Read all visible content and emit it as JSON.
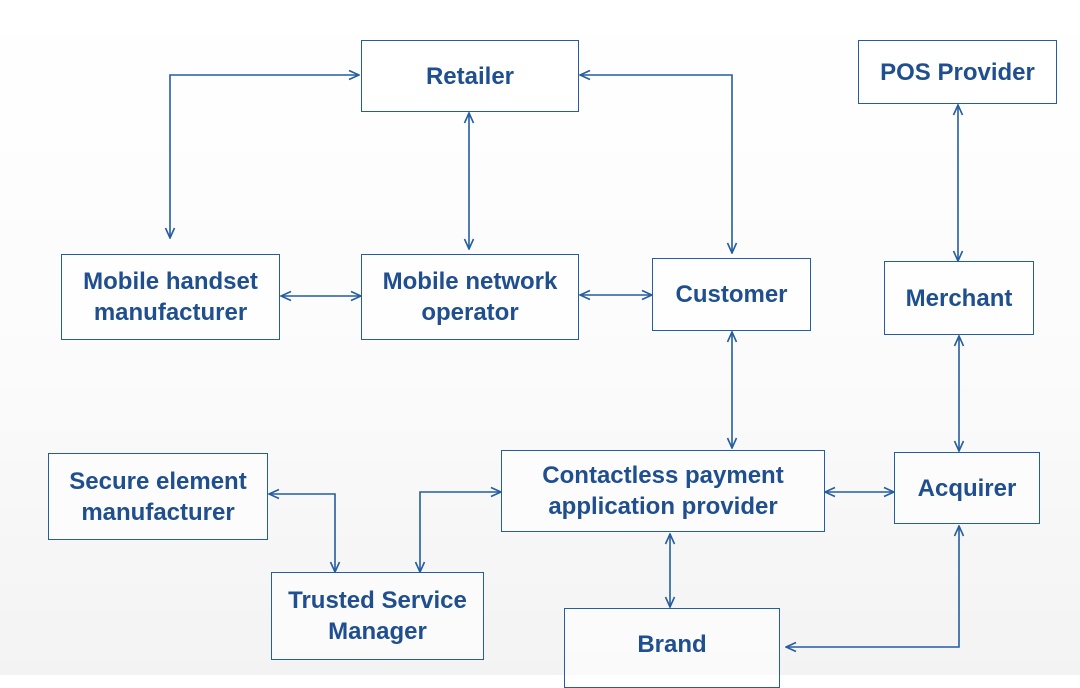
{
  "colors": {
    "stroke": "#245da0",
    "text": "#1f4f8f",
    "background": "#ffffff"
  },
  "nodes": {
    "retailer": {
      "lines": [
        "Retailer"
      ]
    },
    "pos_provider": {
      "lines": [
        "POS Provider"
      ]
    },
    "handset_manufacturer": {
      "lines": [
        "Mobile handset",
        "manufacturer"
      ]
    },
    "network_operator": {
      "lines": [
        "Mobile network",
        "operator"
      ]
    },
    "customer": {
      "lines": [
        "Customer"
      ]
    },
    "merchant": {
      "lines": [
        "Merchant"
      ]
    },
    "secure_element_manufacturer": {
      "lines": [
        "Secure element",
        "manufacturer"
      ]
    },
    "payment_app_provider": {
      "lines": [
        "Contactless payment",
        "application provider"
      ]
    },
    "acquirer": {
      "lines": [
        "Acquirer"
      ]
    },
    "trusted_service_manager": {
      "lines": [
        "Trusted Service",
        "Manager"
      ]
    },
    "brand": {
      "lines": [
        "Brand"
      ]
    }
  },
  "edges": [
    {
      "from": "retailer",
      "to": "handset_manufacturer",
      "arrows": "both"
    },
    {
      "from": "retailer",
      "to": "network_operator",
      "arrows": "both"
    },
    {
      "from": "retailer",
      "to": "customer",
      "arrows": "both"
    },
    {
      "from": "handset_manufacturer",
      "to": "network_operator",
      "arrows": "both"
    },
    {
      "from": "network_operator",
      "to": "customer",
      "arrows": "both"
    },
    {
      "from": "pos_provider",
      "to": "merchant",
      "arrows": "both"
    },
    {
      "from": "merchant",
      "to": "acquirer",
      "arrows": "both"
    },
    {
      "from": "customer",
      "to": "payment_app_provider",
      "arrows": "both"
    },
    {
      "from": "secure_element_manufacturer",
      "to": "trusted_service_manager",
      "arrows": "both"
    },
    {
      "from": "payment_app_provider",
      "to": "trusted_service_manager",
      "arrows": "both"
    },
    {
      "from": "payment_app_provider",
      "to": "acquirer",
      "arrows": "both"
    },
    {
      "from": "payment_app_provider",
      "to": "brand",
      "arrows": "both"
    },
    {
      "from": "acquirer",
      "to": "brand",
      "arrows": "both"
    }
  ]
}
